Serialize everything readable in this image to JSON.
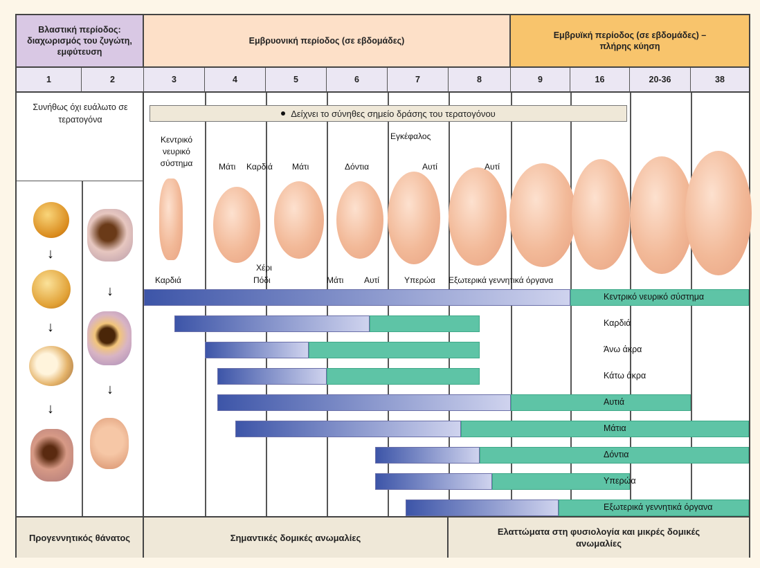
{
  "header": {
    "blastic": "Βλαστική περίοδος: διαχωρισμός του ζυγώτη, εμφύτευση",
    "embryonic": "Εμβρυονική περίοδος (σε εβδομάδες)",
    "fetal": "Εμβρυϊκή περίοδος (σε εβδομάδες) – πλήρης κύηση"
  },
  "weeks": [
    "1",
    "2",
    "3",
    "4",
    "5",
    "6",
    "7",
    "8",
    "9",
    "16",
    "20-36",
    "38"
  ],
  "left_note": "Συνήθως όχι ευάλωτο σε τερατογόνα",
  "legend": "Δείχνει το σύνηθες σημείο δράσης του τερατογόνου",
  "embryo_labels": {
    "cns": "Κεντρικό νευρικό σύστημα",
    "heart_w3": "Καρδιά",
    "eye_w4": "Μάτι",
    "heart_w4": "Καρδιά",
    "eye_w5": "Μάτι",
    "arm": "Χέρι",
    "leg": "Πόδι",
    "teeth": "Δόντια",
    "eye_w6": "Μάτι",
    "ear_w6": "Αυτί",
    "brain": "Εγκέφαλος",
    "ear_w7": "Αυτί",
    "palate": "Υπερώα",
    "ear_w8": "Αυτί",
    "genitals": "Εξωτερικά γεννητικά όργανα"
  },
  "bars": [
    {
      "label": "Κεντρικό νευρικό σύστημα",
      "start_week": "3",
      "major_until": "16",
      "minor_until": "38"
    },
    {
      "label": "Καρδιά",
      "start_week": "3.5",
      "major_until": "6.7",
      "minor_until": "8.5"
    },
    {
      "label": "Άνω άκρα",
      "start_week": "4",
      "major_until": "5.7",
      "minor_until": "8.5"
    },
    {
      "label": "Κάτω άκρα",
      "start_week": "4.2",
      "major_until": "6",
      "minor_until": "8.5"
    },
    {
      "label": "Αυτιά",
      "start_week": "4.2",
      "major_until": "9",
      "minor_until": "20-36"
    },
    {
      "label": "Μάτια",
      "start_week": "4.5",
      "major_until": "8.2",
      "minor_until": "38"
    },
    {
      "label": "Δόντια",
      "start_week": "6.8",
      "major_until": "8.5",
      "minor_until": "38"
    },
    {
      "label": "Υπερώα",
      "start_week": "6.8",
      "major_until": "8.7",
      "minor_until": "16"
    },
    {
      "label": "Εξωτερικά γεννητικά όργανα",
      "start_week": "7.3",
      "major_until": "9.8",
      "minor_until": "38"
    }
  ],
  "footer": {
    "left": "Προγεννητικός θάνατος",
    "middle": "Σημαντικές δομικές ανωμαλίες",
    "right": "Ελαττώματα στη φυσιολογία και μικρές δομικές ανωμαλίες"
  },
  "colors": {
    "blastic_header": "#d9c8e4",
    "embryonic_header": "#fde0c8",
    "fetal_header": "#f8c46c",
    "major_bar_start": "#3d55a8",
    "major_bar_end": "#cfd3ee",
    "minor_bar": "#5ec4a6"
  }
}
